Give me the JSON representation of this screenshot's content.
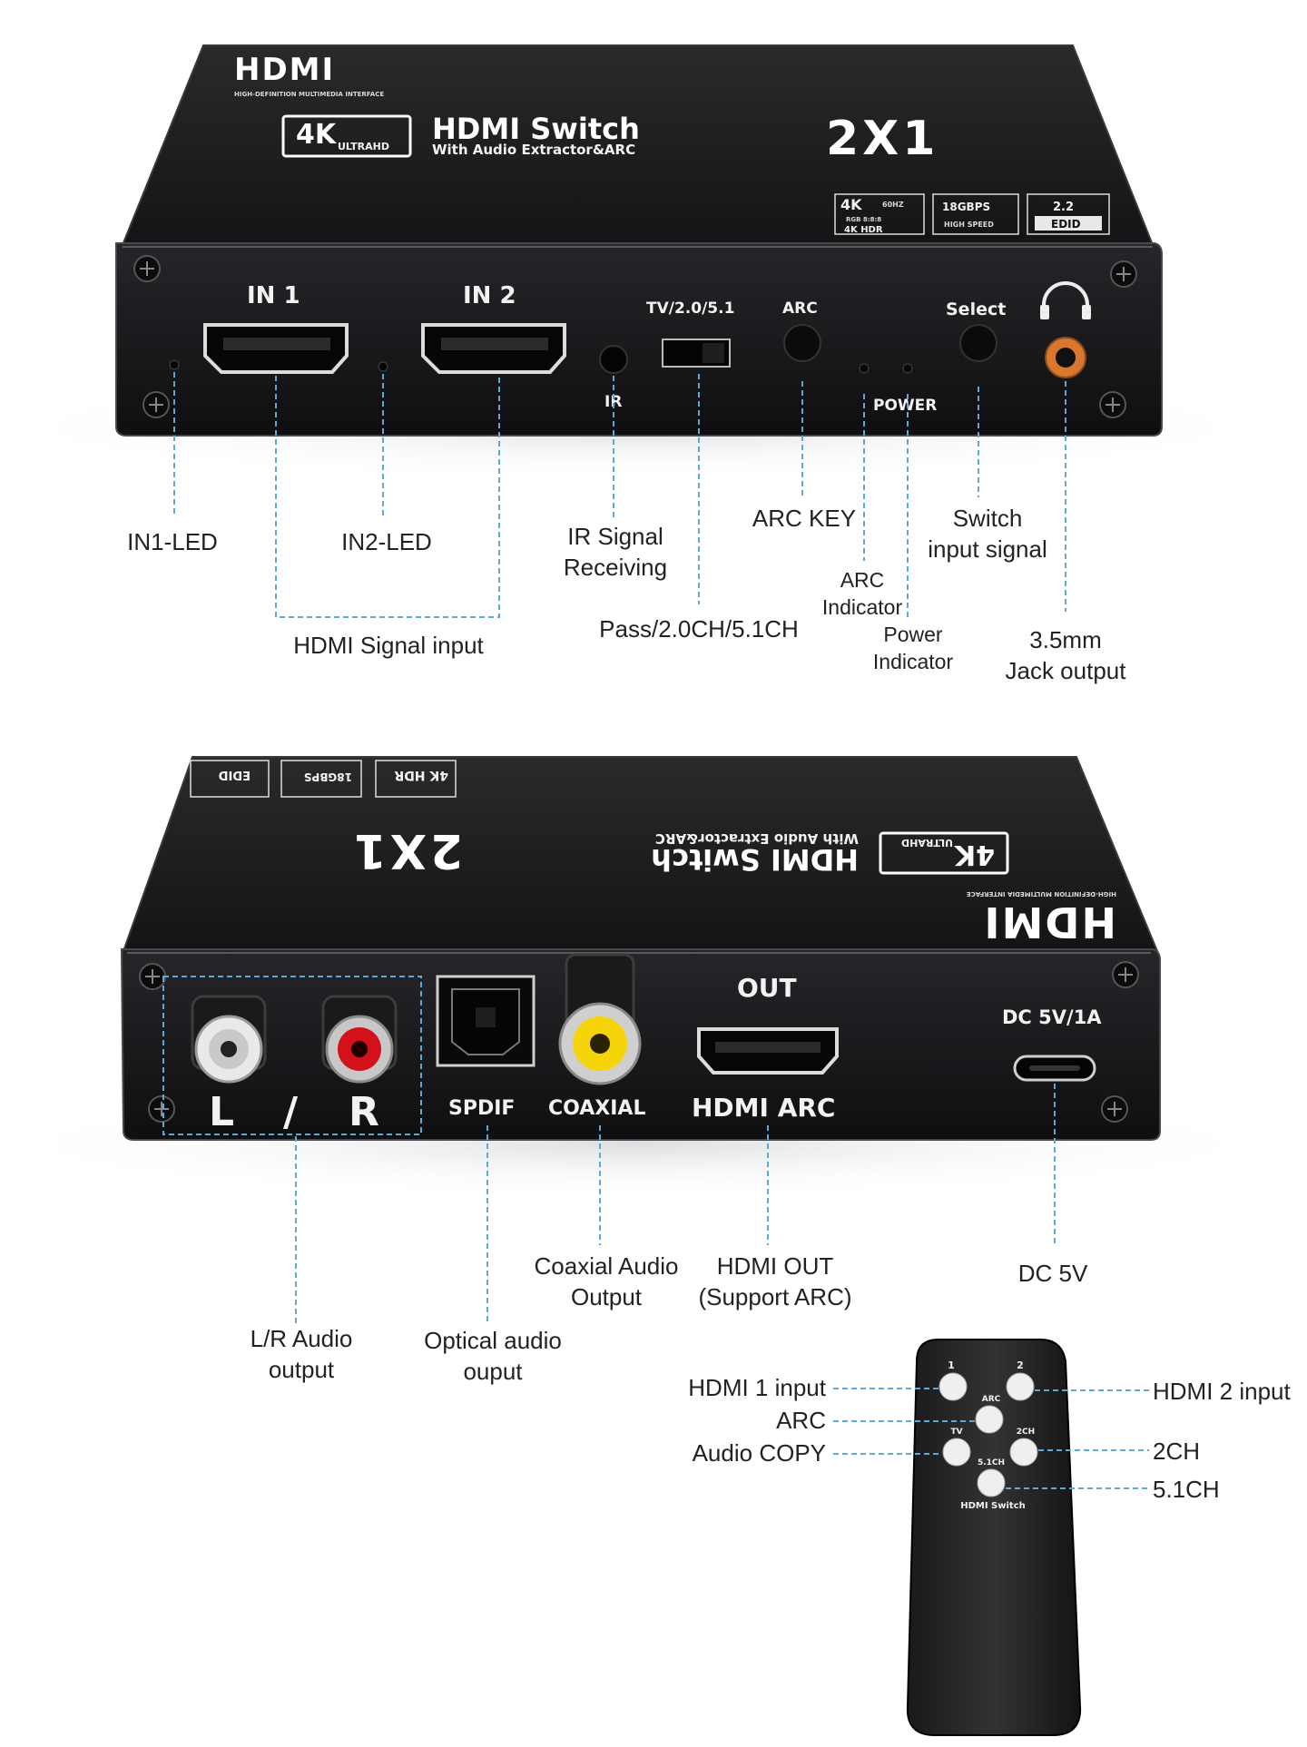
{
  "top_device": {
    "logo": "HDMI",
    "logo_sub": "HIGH-DEFINITION MULTIMEDIA INTERFACE",
    "badge_4k": "4K",
    "badge_uhd": "ULTRAHD",
    "product_title": "HDMI Switch",
    "product_sub": "With Audio Extractor&ARC",
    "model": "2X1",
    "spec_1a": "4K",
    "spec_1b": "60HZ",
    "spec_1c": "RGB 8:8:8",
    "spec_1d": "4K HDR",
    "spec_2a": "18GBPS",
    "spec_2b": "HIGH SPEED",
    "spec_3a": "2.2",
    "spec_3b": "EDID",
    "port_in1": "IN 1",
    "port_in2": "IN 2",
    "port_ir": "IR",
    "port_switch": "TV/2.0/5.1",
    "port_arc": "ARC",
    "port_power": "POWER",
    "port_select": "Select"
  },
  "top_callouts": {
    "in1_led": "IN1-LED",
    "in2_led": "IN2-LED",
    "hdmi_signal_input": "HDMI Signal input",
    "ir_signal": "IR Signal\nReceiving",
    "pass_mode": "Pass/2.0CH/5.1CH",
    "arc_key": "ARC KEY",
    "arc_indicator": "ARC\nIndicator",
    "power_indicator": "Power\nIndicator",
    "switch_input": "Switch\ninput signal",
    "jack_output": "3.5mm\nJack output"
  },
  "bottom_device": {
    "port_l": "L",
    "port_slash": "/",
    "port_r": "R",
    "port_spdif": "SPDIF",
    "port_coaxial": "COAXIAL",
    "port_out": "OUT",
    "port_hdmi_arc": "HDMI ARC",
    "port_dc": "DC 5V/1A"
  },
  "bottom_callouts": {
    "lr_audio": "L/R Audio\noutput",
    "optical_audio": "Optical audio\nouput",
    "coaxial_audio": "Coaxial Audio\nOutput",
    "hdmi_out": "HDMI OUT\n(Support ARC)",
    "dc_5v": "DC 5V"
  },
  "remote": {
    "btn_1": "1",
    "btn_2": "2",
    "btn_arc": "ARC",
    "btn_tv": "TV",
    "btn_2ch": "2CH",
    "btn_51ch": "5.1CH",
    "brand": "HDMI Switch",
    "callout_hdmi1": "HDMI 1 input",
    "callout_arc": "ARC",
    "callout_audio_copy": "Audio COPY",
    "callout_hdmi2": "HDMI 2 input",
    "callout_2ch": "2CH",
    "callout_51ch": "5.1CH"
  },
  "colors": {
    "device_body": "#1c1c1e",
    "callout_line": "#5aa9d6",
    "rca_red": "#d2111a",
    "rca_white": "#f4f4f4",
    "rca_yellow": "#f5d40b",
    "jack_orange": "#d9772e"
  }
}
